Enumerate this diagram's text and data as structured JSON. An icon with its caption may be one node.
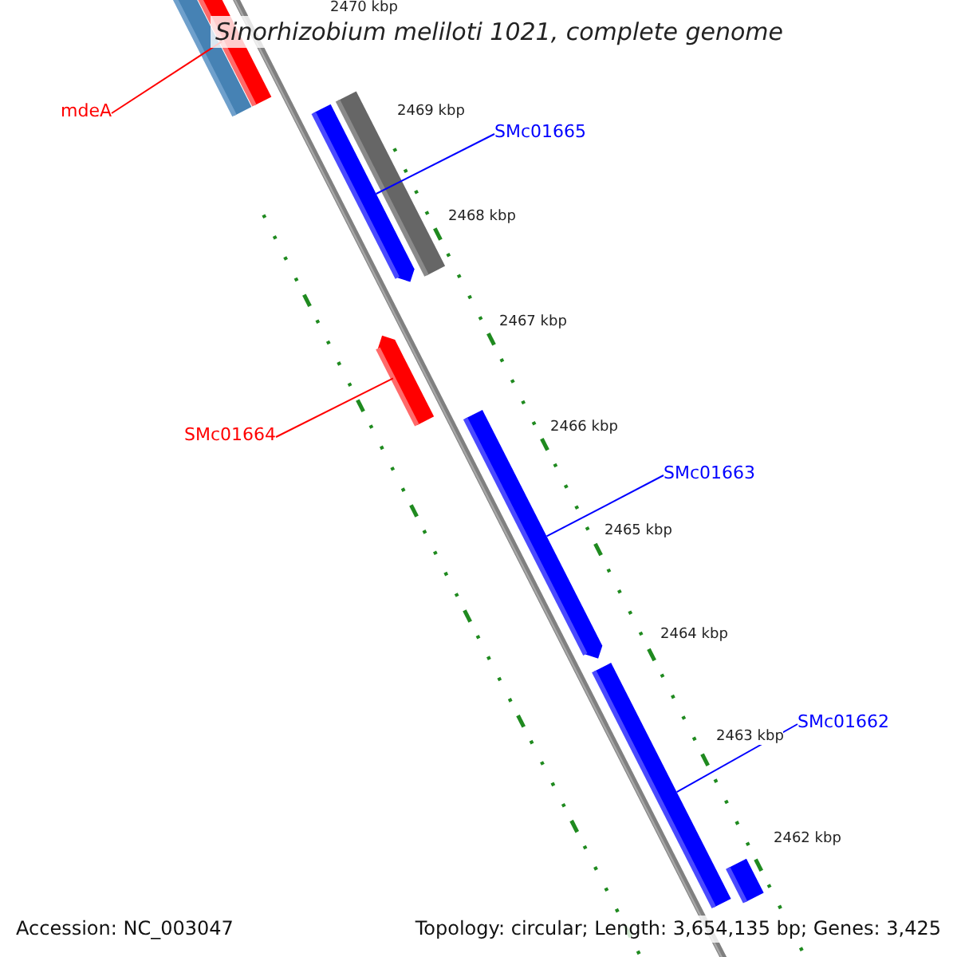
{
  "diagram": {
    "title": "Sinorhizobium meliloti 1021, complete genome",
    "nodes": [
      {
        "text": [
          "mdeA"
        ]
      },
      {
        "text": [],
        "shape": "bar"
      },
      {
        "text": [],
        "shape": "bar"
      },
      {
        "text": [
          "SMc01665"
        ]
      },
      {
        "text": [],
        "shape": "bar"
      },
      {
        "text": [],
        "shape": "bar"
      },
      {
        "text": [
          "SMc01664"
        ]
      },
      {
        "text": [],
        "shape": "bar"
      },
      {
        "text": [
          "SMc01663"
        ]
      },
      {
        "text": [],
        "shape": "bar"
      },
      {
        "text": [
          "SMc01662"
        ]
      },
      {
        "text": [],
        "shape": "bar"
      },
      {
        "text": [],
        "shape": "bar"
      }
    ],
    "edges": [
      {
        "from": 0,
        "to": 2,
        "arrow": "none",
        "color": "#ff0000"
      },
      {
        "from": 3,
        "to": 4,
        "arrow": "none"
      },
      {
        "from": 6,
        "to": 7,
        "arrow": "none",
        "color": "#ff0000"
      },
      {
        "from": 8,
        "to": 9,
        "arrow": "none"
      },
      {
        "from": 10,
        "to": 11,
        "arrow": "none",
        "color": "#0000ff"
      }
    ],
    "labels": [
      "2470 kbp",
      "2469 kbp",
      "2468 kbp",
      "2467 kbp",
      "2466 kbp",
      "2465 kbp",
      "2464 kbp",
      "2463 kbp",
      "2462 kbp",
      "Accession: NC_003047",
      "Topology: circular; Length: 3,654,135 bp; Genes: 3,425"
    ]
  }
}
